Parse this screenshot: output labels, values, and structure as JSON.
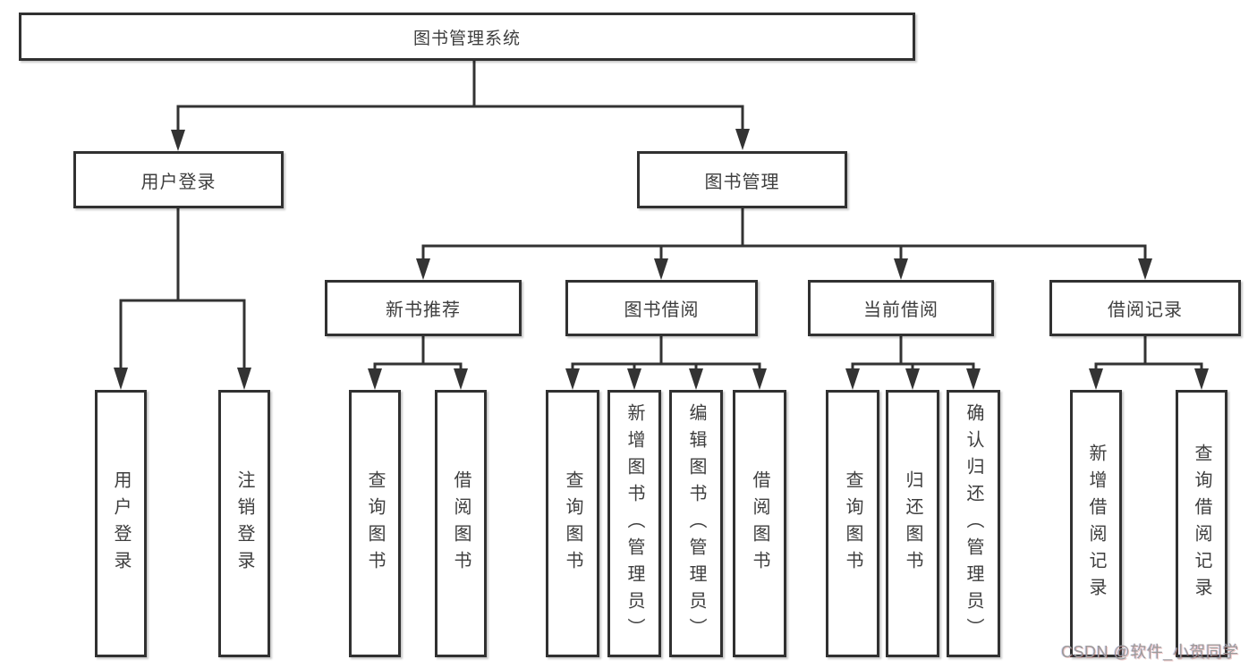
{
  "diagram": {
    "root": {
      "label": "图书管理系统"
    },
    "level2": [
      {
        "label": "用户登录",
        "children": [
          {
            "label": "用户登录"
          },
          {
            "label": "注销登录"
          }
        ]
      },
      {
        "label": "图书管理",
        "children": [
          {
            "label": "新书推荐",
            "children": [
              {
                "label": "查询图书"
              },
              {
                "label": "借阅图书"
              }
            ]
          },
          {
            "label": "图书借阅",
            "children": [
              {
                "label": "查询图书"
              },
              {
                "label": "新增图书（管理员）"
              },
              {
                "label": "编辑图书（管理员）"
              },
              {
                "label": "借阅图书"
              }
            ]
          },
          {
            "label": "当前借阅",
            "children": [
              {
                "label": "查询图书"
              },
              {
                "label": "归还图书"
              },
              {
                "label": "确认归还（管理员）"
              }
            ]
          },
          {
            "label": "借阅记录",
            "children": [
              {
                "label": "新增借阅记录"
              },
              {
                "label": "查询借阅记录"
              }
            ]
          }
        ]
      }
    ]
  },
  "watermark": {
    "text": "CSDN @软件_小贺同学"
  },
  "colors": {
    "line": "#333333",
    "box_border": "#313131",
    "box_fill": "#ffffff",
    "text": "#3e3e3e",
    "watermark": "#9b9b9b",
    "background": "#ffffff"
  }
}
